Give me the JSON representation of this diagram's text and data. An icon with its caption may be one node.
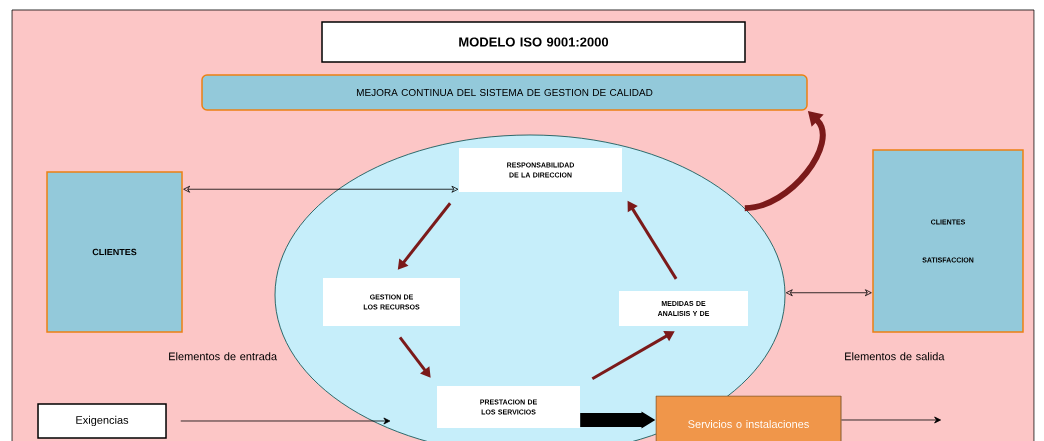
{
  "diagram": {
    "nodes": [
      {
        "text": [
          "MODELO ISO 9001:2000"
        ]
      },
      {
        "text": [
          "MEJORA CONTINUA DEL SISTEMA DE GESTION DE CALIDAD"
        ]
      },
      {
        "text": [],
        "shape": "circle"
      },
      {
        "text": [
          "CLIENTES"
        ]
      },
      {
        "text": [
          "RESPONSABILIDAD DE LA DIRECCION"
        ],
        "in": 2
      },
      {
        "text": [
          "GESTION DE LOS RECURSOS"
        ],
        "in": 2
      },
      {
        "text": [
          "PRESTACION DE LOS SERVICIOS"
        ],
        "in": 2
      },
      {
        "text": [
          "MEDIDAS DE ANALISIS Y DE"
        ],
        "in": 2
      },
      {
        "text": [
          "CLIENTES",
          "SATISFACCION"
        ]
      },
      {
        "text": [
          "Exigencias"
        ]
      },
      {
        "text": [
          "Servicios o instalaciones"
        ]
      }
    ],
    "edges": [
      {
        "from": 3,
        "to": 4,
        "arrow": "both"
      },
      {
        "from": 4,
        "to": 5,
        "arrow": "to",
        "color": "#7b1a1a"
      },
      {
        "from": 5,
        "to": 6,
        "arrow": "to",
        "color": "#7b1a1a"
      },
      {
        "from": 6,
        "to": 7,
        "arrow": "to",
        "color": "#7b1a1a"
      },
      {
        "from": 7,
        "to": 4,
        "arrow": "to",
        "color": "#7b1a1a"
      },
      {
        "from": 2,
        "to": 1,
        "arrow": "to",
        "style": "thick",
        "color": "#7b1a1a"
      },
      {
        "from": 2,
        "to": 8,
        "arrow": "both"
      },
      {
        "from": 9,
        "to": 2,
        "arrow": "to"
      },
      {
        "from": 6,
        "to": 10,
        "arrow": "to",
        "style": "thick"
      },
      {
        "from": 10,
        "to": null,
        "arrow": "to"
      }
    ],
    "labels": [
      "Elementos de entrada",
      "Elementos de salida"
    ]
  }
}
